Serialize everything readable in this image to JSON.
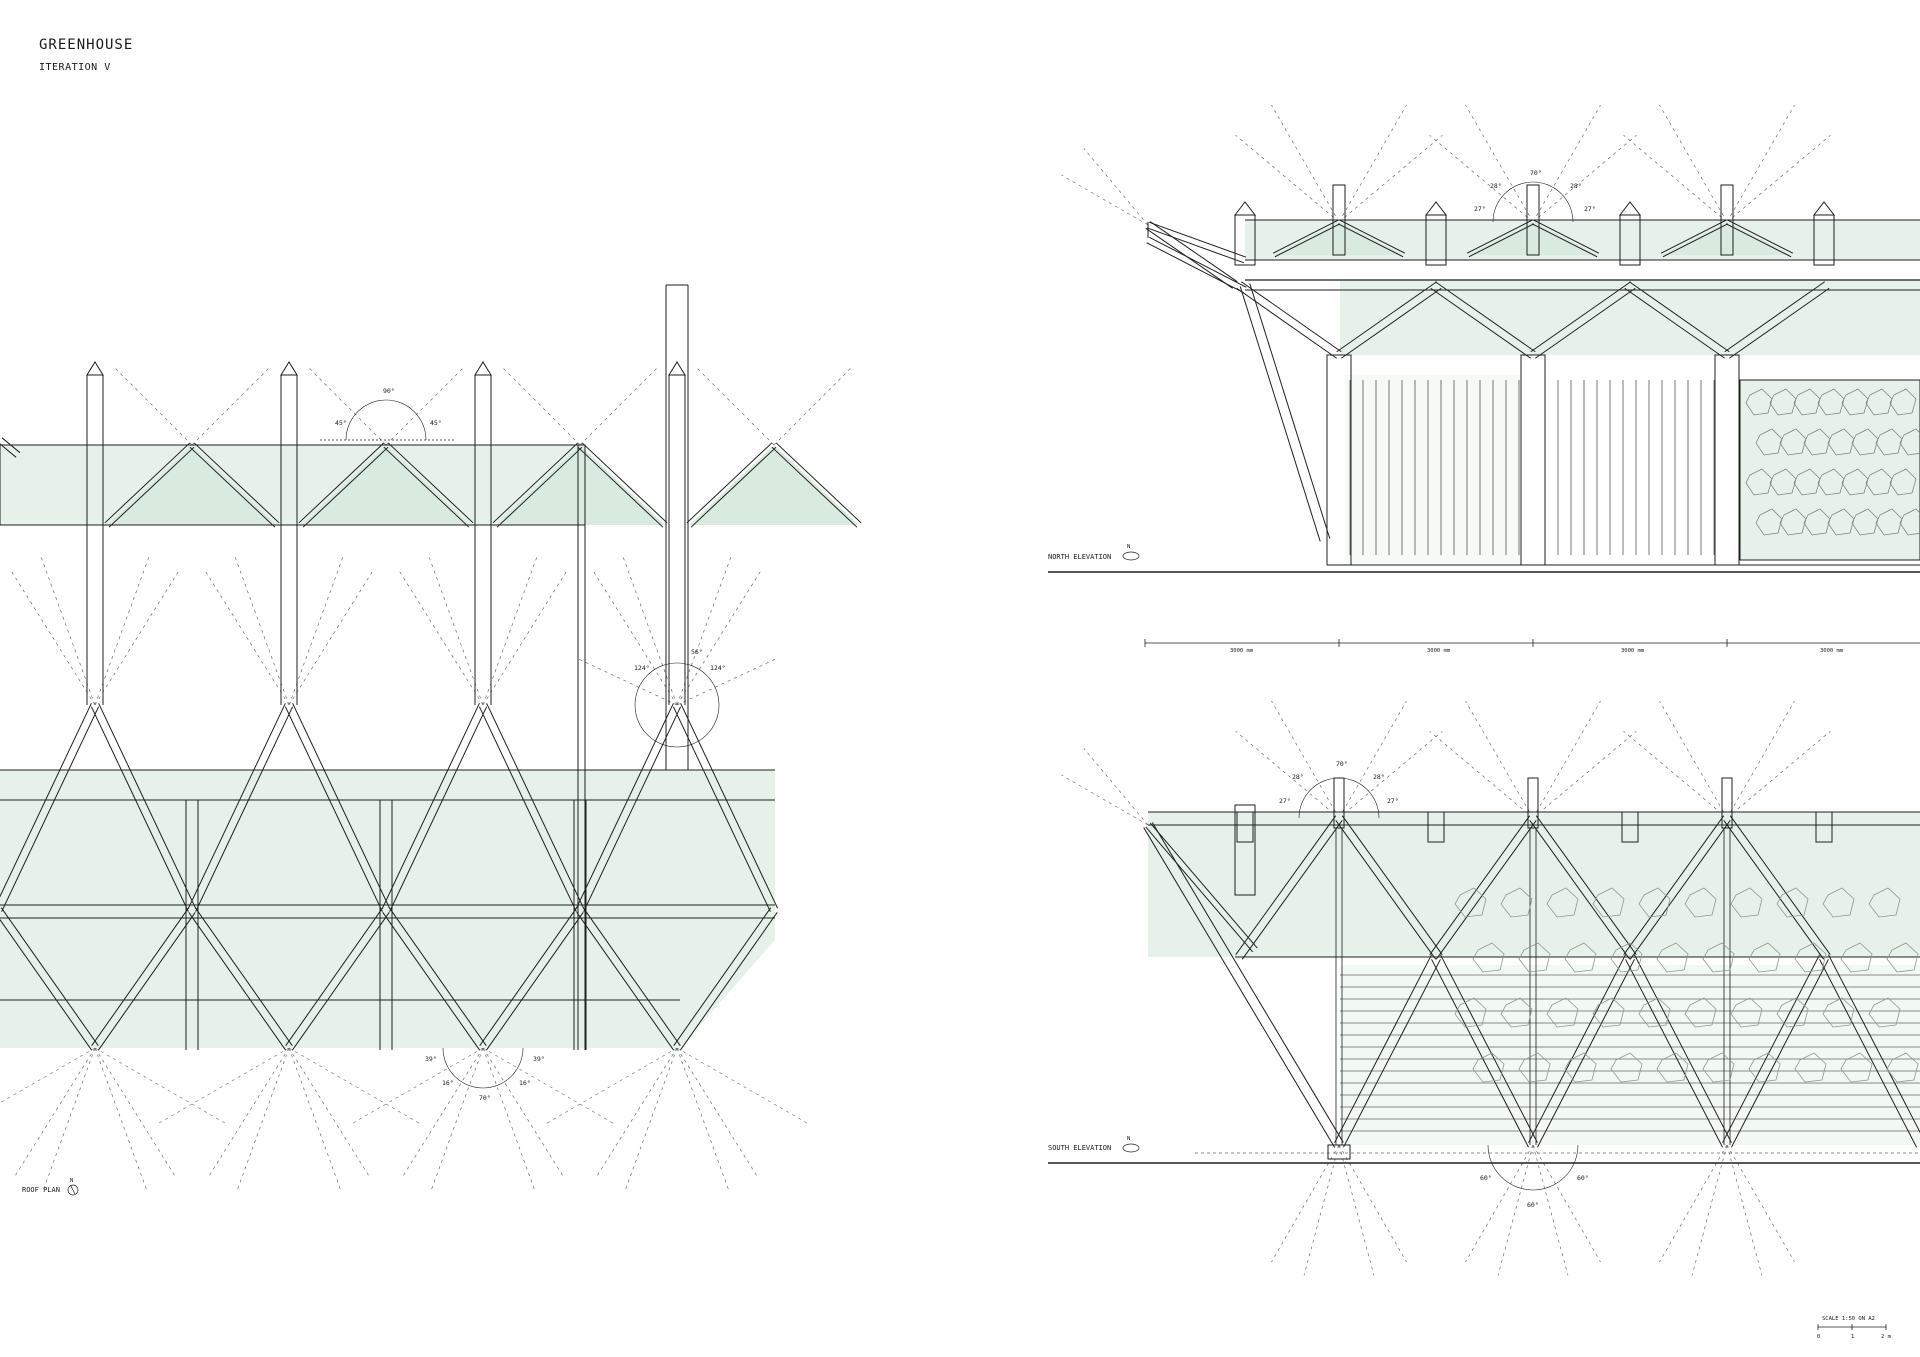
{
  "header": {
    "title": "GREENHOUSE",
    "subtitle": "ITERATION V"
  },
  "views": {
    "roof_plan": "ROOF PLAN",
    "north_elevation": "NORTH ELEVATION",
    "south_elevation": "SOUTH ELEVATION"
  },
  "dimensions": [
    "3000 mm",
    "3000 mm",
    "3000 mm",
    "3000 mm"
  ],
  "angles": {
    "roof_top": [
      "90°",
      "45°",
      "45°"
    ],
    "roof_side": [
      "124°",
      "56°",
      "124°"
    ],
    "roof_bottom": [
      "39°",
      "39°",
      "16°",
      "16°",
      "70°"
    ],
    "north_top": [
      "70°",
      "28°",
      "28°",
      "27°",
      "27°"
    ],
    "south_top": [
      "70°",
      "28°",
      "28°",
      "27°",
      "27°"
    ],
    "south_bottom": [
      "60°",
      "60°",
      "60°"
    ]
  },
  "north_symbol": "N",
  "scale": {
    "text": "SCALE 1:50 ON A2",
    "ticks": [
      "0",
      "1",
      "2 m"
    ]
  },
  "colors": {
    "glass": "#e6f1ea",
    "line": "#1f1f1f",
    "construction": "#6b6b6b"
  }
}
